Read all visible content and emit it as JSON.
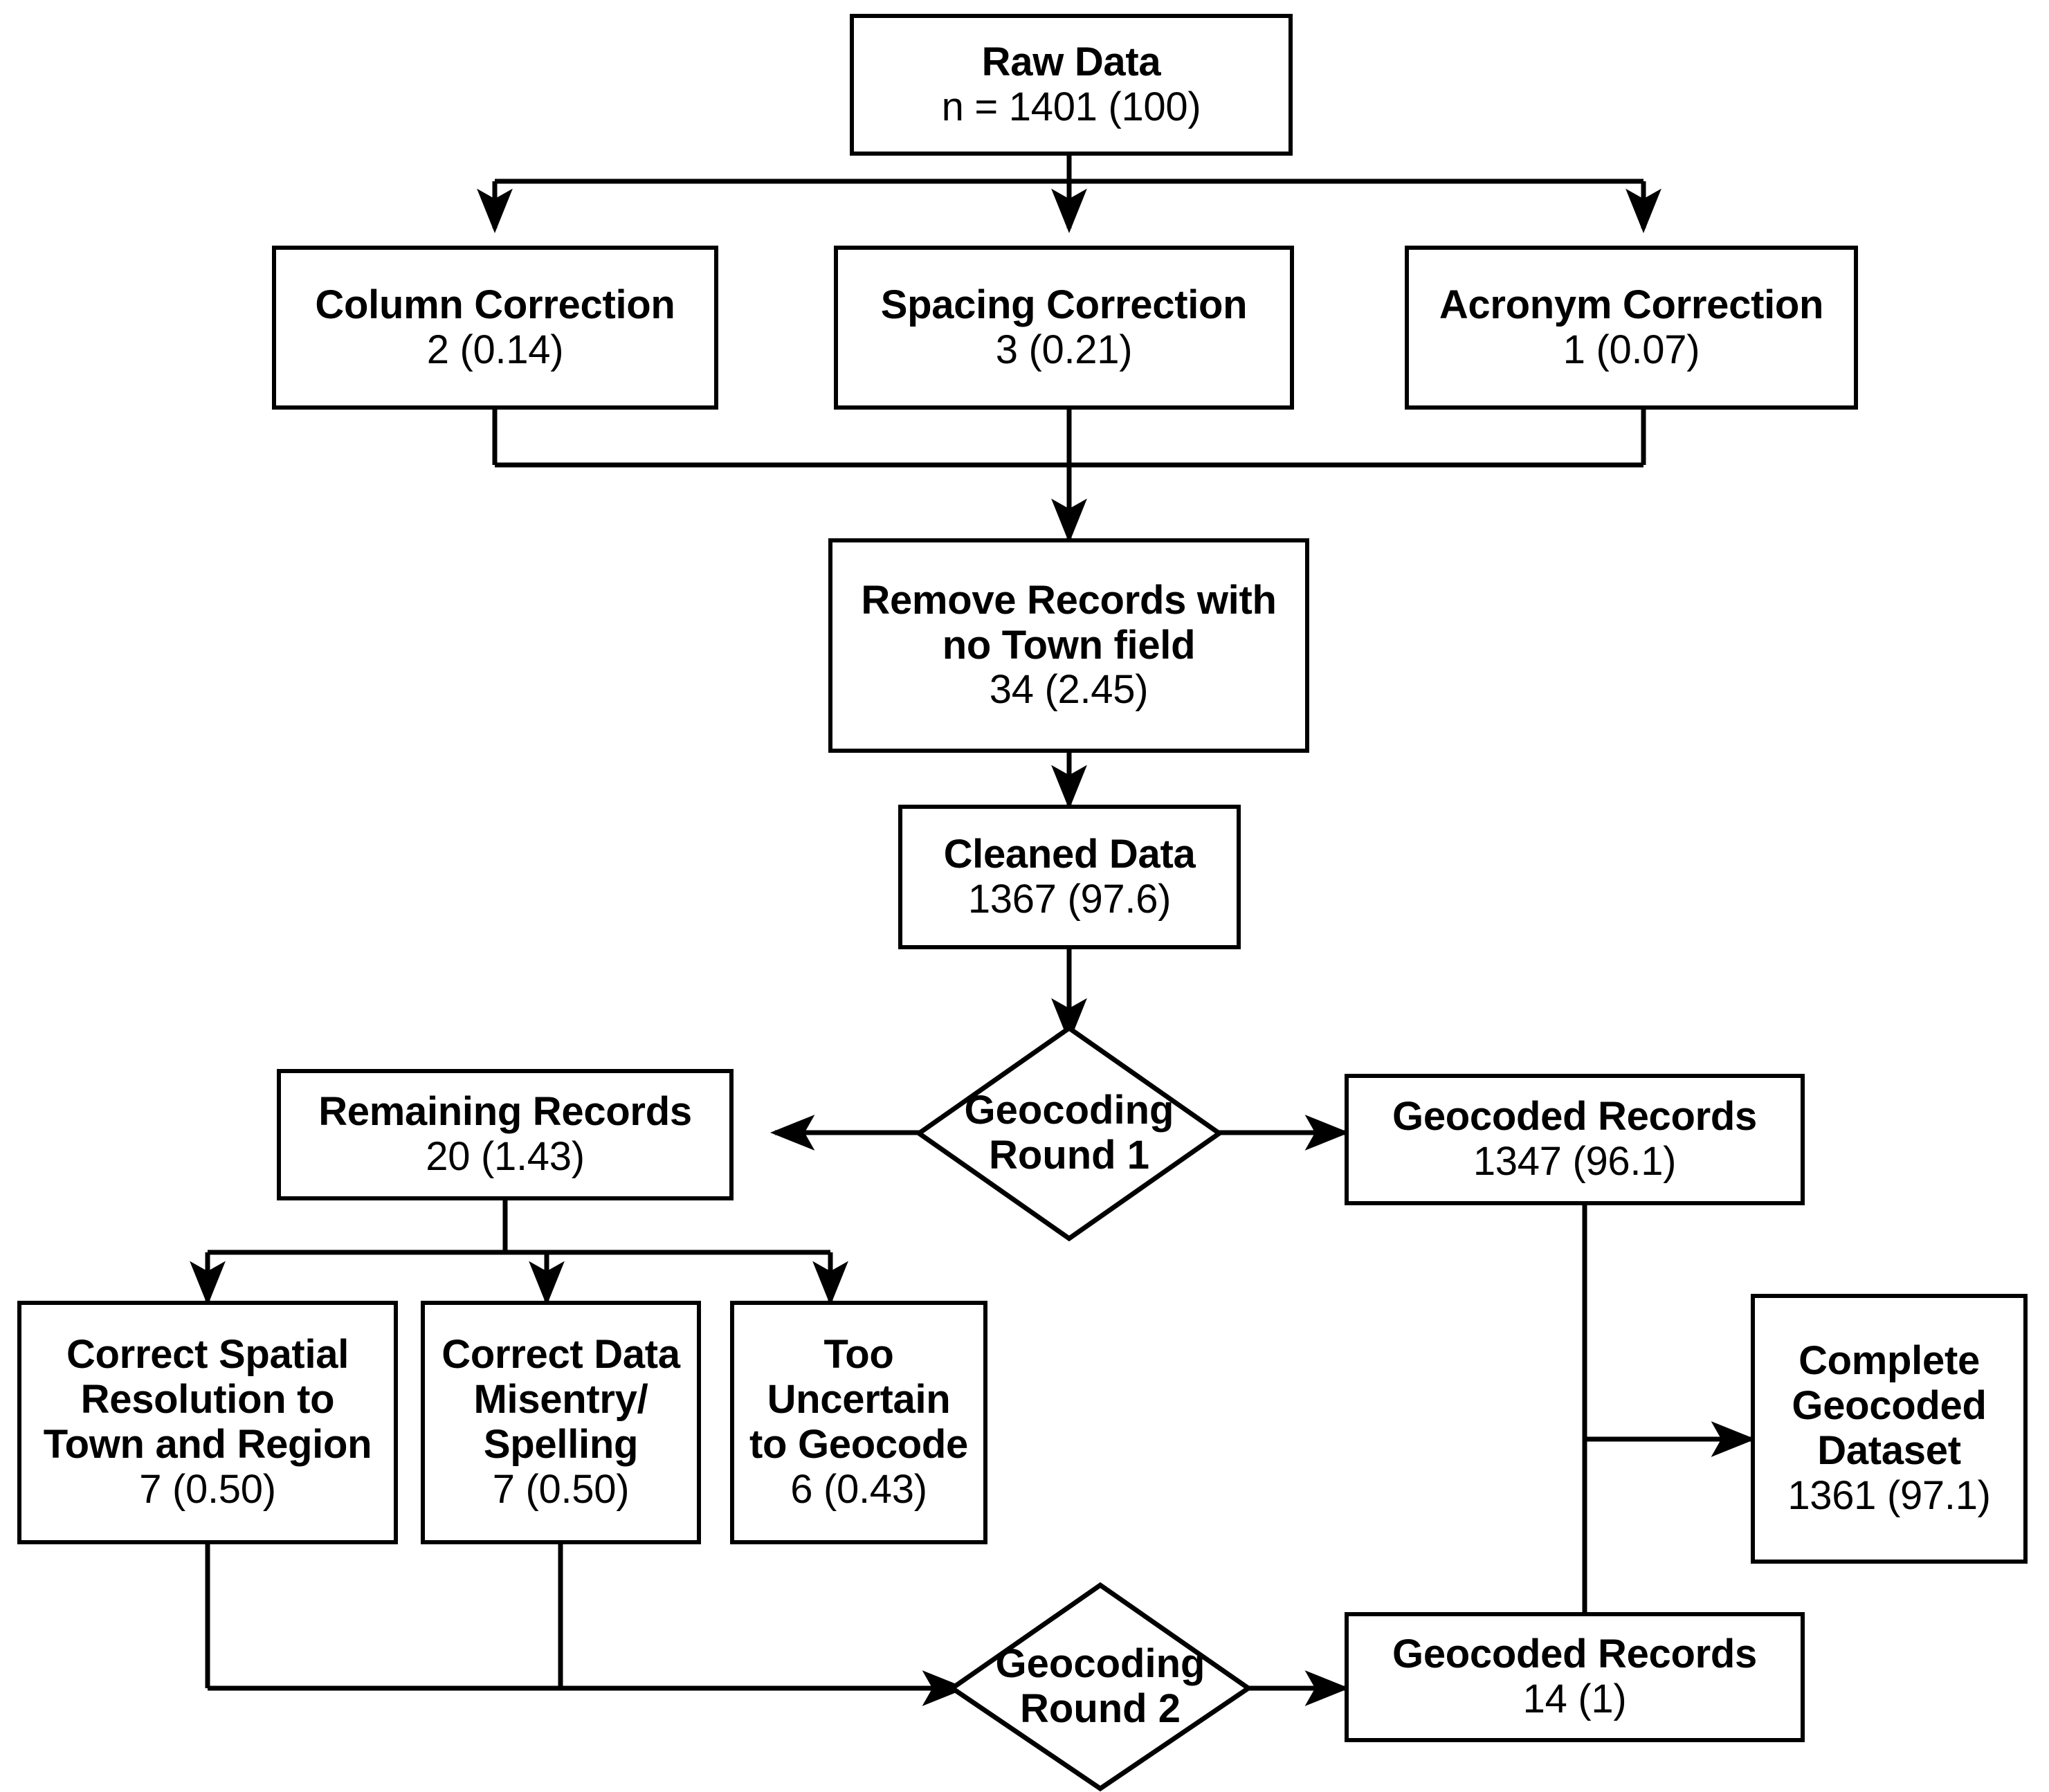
{
  "diagram": {
    "type": "flowchart",
    "title": "Geocoding data-cleaning flowchart",
    "line_color": "#000000",
    "fill_color": "#ffffff"
  },
  "nodes": {
    "raw_data": {
      "title": "Raw Data",
      "count": "n = 1401 (100)"
    },
    "column_correction": {
      "title": "Column Correction",
      "count": "2 (0.14)"
    },
    "spacing_correction": {
      "title": "Spacing Correction",
      "count": "3 (0.21)"
    },
    "acronym_correction": {
      "title": "Acronym Correction",
      "count": "1 (0.07)"
    },
    "remove_records": {
      "title": "Remove Records with\nno Town field",
      "count": "34 (2.45)"
    },
    "cleaned_data": {
      "title": "Cleaned Data",
      "count": "1367 (97.6)"
    },
    "geocoding_round_1": {
      "title": "Geocoding\nRound 1"
    },
    "remaining_records": {
      "title": "Remaining Records",
      "count": "20 (1.43)"
    },
    "geocoded_records_1": {
      "title": "Geocoded Records",
      "count": "1347 (96.1)"
    },
    "correct_spatial_resolution": {
      "title": "Correct Spatial\nResolution to\nTown and Region",
      "count": "7 (0.50)"
    },
    "correct_data_misentry": {
      "title": "Correct Data\nMisentry/\nSpelling",
      "count": "7 (0.50)"
    },
    "too_uncertain": {
      "title": "Too\nUncertain\nto Geocode",
      "count": "6 (0.43)"
    },
    "complete_geocoded_dataset": {
      "title": "Complete\nGeocoded\nDataset",
      "count": "1361 (97.1)"
    },
    "geocoding_round_2": {
      "title": "Geocoding\nRound 2"
    },
    "geocoded_records_2": {
      "title": "Geocoded Records",
      "count": "14 (1)"
    }
  },
  "edges": [
    {
      "from": "raw_data",
      "to": "column_correction"
    },
    {
      "from": "raw_data",
      "to": "spacing_correction"
    },
    {
      "from": "raw_data",
      "to": "acronym_correction"
    },
    {
      "from": "column_correction",
      "to": "remove_records"
    },
    {
      "from": "spacing_correction",
      "to": "remove_records"
    },
    {
      "from": "acronym_correction",
      "to": "remove_records"
    },
    {
      "from": "remove_records",
      "to": "cleaned_data"
    },
    {
      "from": "cleaned_data",
      "to": "geocoding_round_1"
    },
    {
      "from": "geocoding_round_1",
      "to": "remaining_records"
    },
    {
      "from": "geocoding_round_1",
      "to": "geocoded_records_1"
    },
    {
      "from": "remaining_records",
      "to": "correct_spatial_resolution"
    },
    {
      "from": "remaining_records",
      "to": "correct_data_misentry"
    },
    {
      "from": "remaining_records",
      "to": "too_uncertain"
    },
    {
      "from": "correct_spatial_resolution",
      "to": "geocoding_round_2"
    },
    {
      "from": "correct_data_misentry",
      "to": "geocoding_round_2"
    },
    {
      "from": "geocoding_round_2",
      "to": "geocoded_records_2"
    },
    {
      "from": "geocoded_records_1",
      "to": "complete_geocoded_dataset"
    },
    {
      "from": "geocoded_records_1",
      "to": "geocoded_records_2"
    }
  ]
}
